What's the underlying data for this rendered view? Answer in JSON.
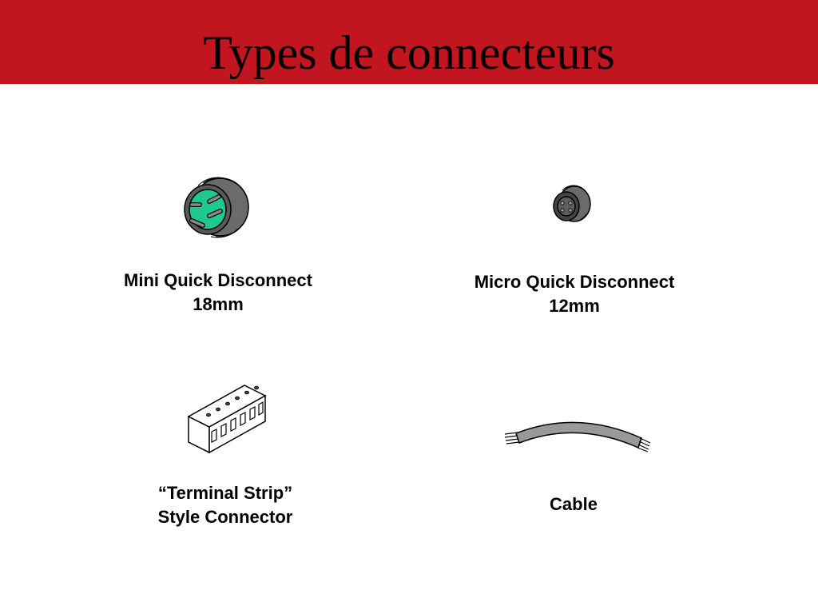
{
  "slide": {
    "title": "Types de connecteurs"
  },
  "connectors": [
    {
      "line1": "Mini Quick Disconnect",
      "line2": "18mm"
    },
    {
      "line1": "Micro Quick Disconnect",
      "line2": "12mm"
    },
    {
      "line1": "“Terminal Strip”",
      "line2": "Style Connector"
    },
    {
      "line1": "Cable"
    }
  ],
  "colors": {
    "header": "#c1161f",
    "connector_insert": "#1ec98f",
    "connector_body": "#555555",
    "cable": "#999999"
  }
}
